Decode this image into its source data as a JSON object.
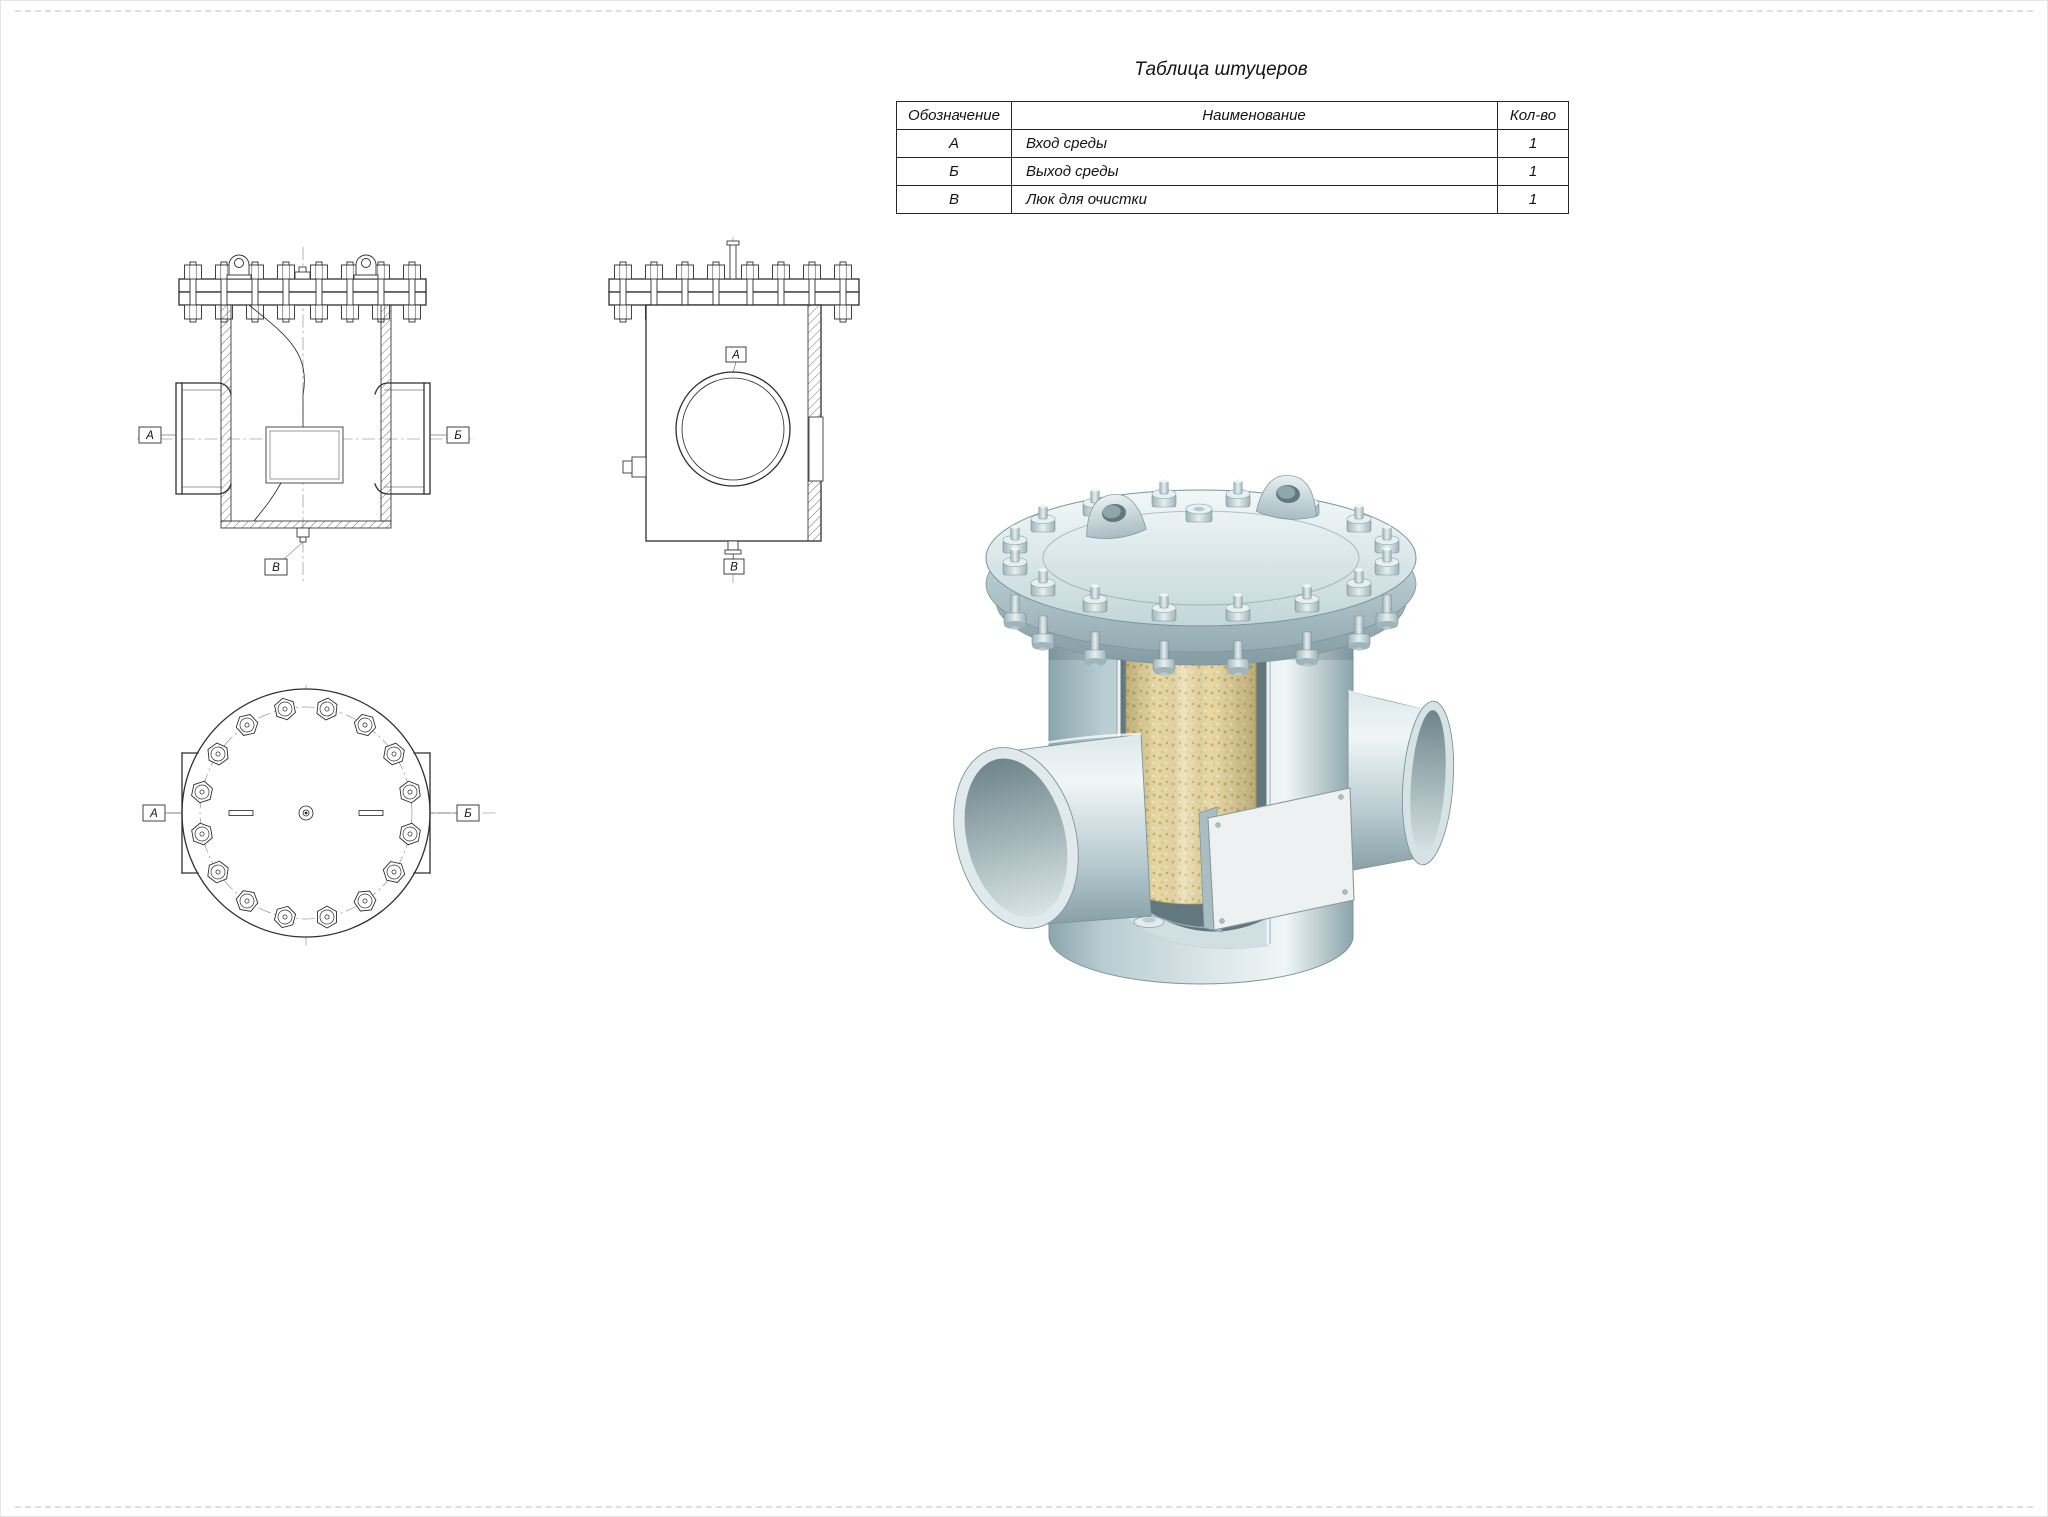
{
  "nozzle_table": {
    "title": "Таблица штуцеров",
    "columns": [
      "Обозначение",
      "Наименование",
      "Кол-во"
    ],
    "rows": [
      {
        "designation": "А",
        "name": "Вход среды",
        "qty": "1"
      },
      {
        "designation": "Б",
        "name": "Выход среды",
        "qty": "1"
      },
      {
        "designation": "В",
        "name": "Люк для очистки",
        "qty": "1"
      }
    ]
  },
  "callouts": {
    "inlet": "А",
    "outlet": "Б",
    "hatch": "В"
  },
  "colors": {
    "line": "#2f2f2f",
    "steel_light": "#f0f6f7",
    "steel_mid": "#b9cdd2",
    "steel_dark": "#8aa4ab",
    "mesh": "#e8d9a6",
    "paper": "#ffffff"
  }
}
